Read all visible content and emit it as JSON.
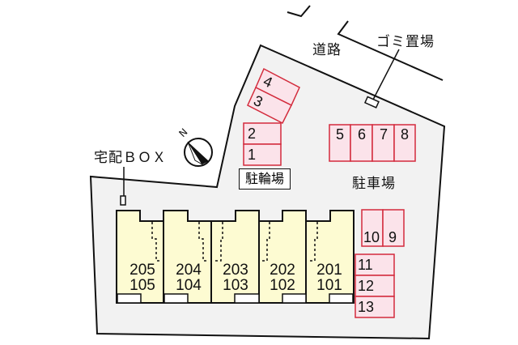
{
  "labels": {
    "road": "道路",
    "garbage": "ゴミ置場",
    "delivery_box": "宅配ＢＯＸ",
    "bicycle_parking": "駐輪場",
    "car_parking": "駐車場",
    "north": "N"
  },
  "units": [
    {
      "upper": "205",
      "lower": "105"
    },
    {
      "upper": "204",
      "lower": "104"
    },
    {
      "upper": "203",
      "lower": "103"
    },
    {
      "upper": "202",
      "lower": "102"
    },
    {
      "upper": "201",
      "lower": "101"
    }
  ],
  "bike_slots": [
    "1",
    "2",
    "3",
    "4"
  ],
  "car_slots": [
    "5",
    "6",
    "7",
    "8",
    "9",
    "10",
    "11",
    "12",
    "13"
  ],
  "colors": {
    "site_fill": "#f2f2f2",
    "building_fill": "#fdfbd2",
    "slot_fill": "#fbe3ea",
    "slot_border": "#d32b3c",
    "line": "#111111"
  }
}
